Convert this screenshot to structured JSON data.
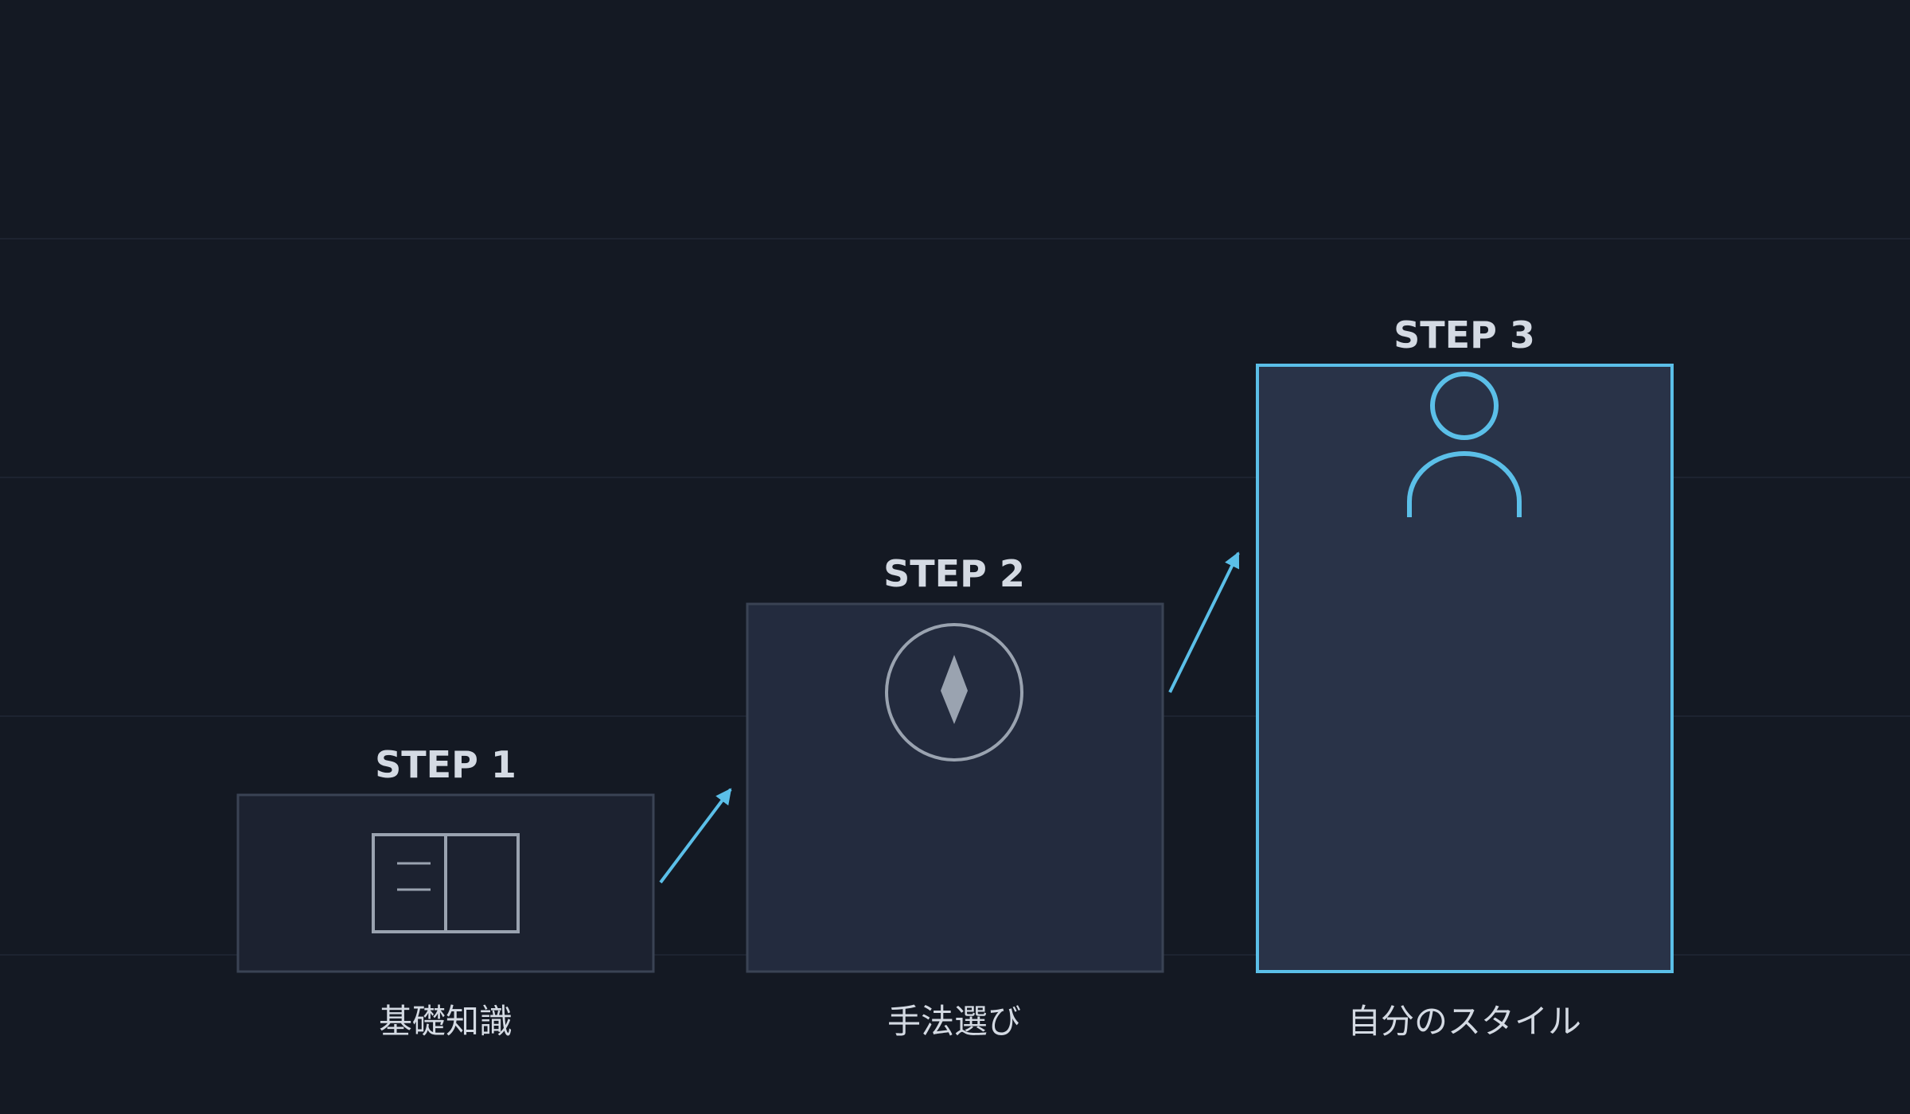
{
  "diagram": {
    "steps": [
      {
        "title": "STEP 1",
        "caption": "基礎知識",
        "icon": "book-icon",
        "highlighted": false
      },
      {
        "title": "STEP 2",
        "caption": "手法選び",
        "icon": "compass-icon",
        "highlighted": false
      },
      {
        "title": "STEP 3",
        "caption": "自分のスタイル",
        "icon": "person-icon",
        "highlighted": true
      }
    ],
    "colors": {
      "background": "#141923",
      "accent": "#5bbfe8",
      "box_border": "#3a4354",
      "icon_muted": "#9aa3b0",
      "text": "#d4dae3"
    }
  }
}
